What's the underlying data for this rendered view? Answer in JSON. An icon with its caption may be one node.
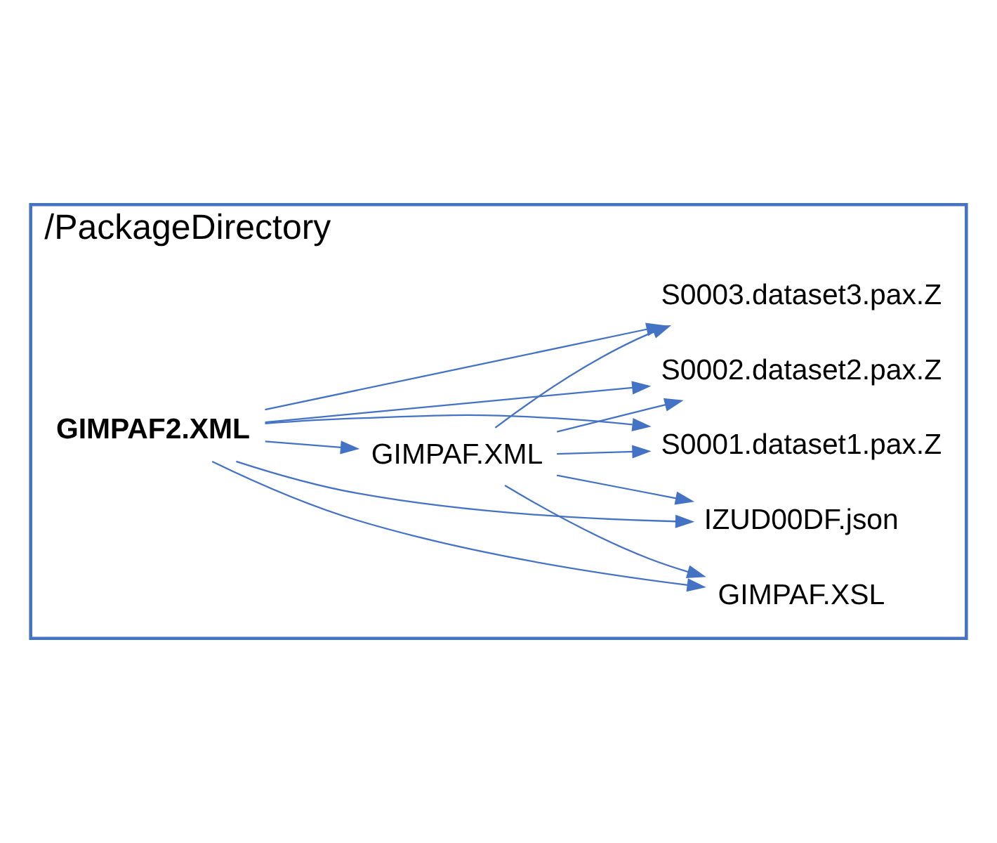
{
  "diagram": {
    "nodes": [
      {
        "text": [
          "/PackageDirectory"
        ]
      },
      {
        "text": [
          "GIMPAF.XML"
        ],
        "in": 0
      },
      {
        "text": [
          "GIMPAF.XSL"
        ],
        "in": 0
      },
      {
        "text": [
          "IZUD00DF.json"
        ],
        "in": 0
      },
      {
        "text": [
          "S0001.dataset1.pax.Z"
        ],
        "in": 0
      },
      {
        "text": [
          "S0002.dataset2.pax.Z"
        ],
        "in": 0
      },
      {
        "text": [
          "S0003.dataset3.pax.Z"
        ],
        "in": 0
      },
      {
        "text": [
          "GIMPAF2.XML"
        ],
        "in": 0
      }
    ],
    "edges": [
      {
        "from": 1,
        "to": 2,
        "arrow": "to"
      },
      {
        "from": 1,
        "to": 3,
        "arrow": "to"
      },
      {
        "from": 1,
        "to": 4,
        "arrow": "to"
      },
      {
        "from": 1,
        "to": 5,
        "arrow": "to"
      },
      {
        "from": 1,
        "to": 6,
        "arrow": "to"
      },
      {
        "from": 7,
        "to": 1,
        "arrow": "to"
      },
      {
        "from": 7,
        "to": 2,
        "arrow": "to"
      },
      {
        "from": 7,
        "to": 3,
        "arrow": "to"
      },
      {
        "from": 7,
        "to": 4,
        "arrow": "to"
      },
      {
        "from": 7,
        "to": 5,
        "arrow": "to"
      },
      {
        "from": 7,
        "to": 6,
        "arrow": "to"
      }
    ]
  }
}
